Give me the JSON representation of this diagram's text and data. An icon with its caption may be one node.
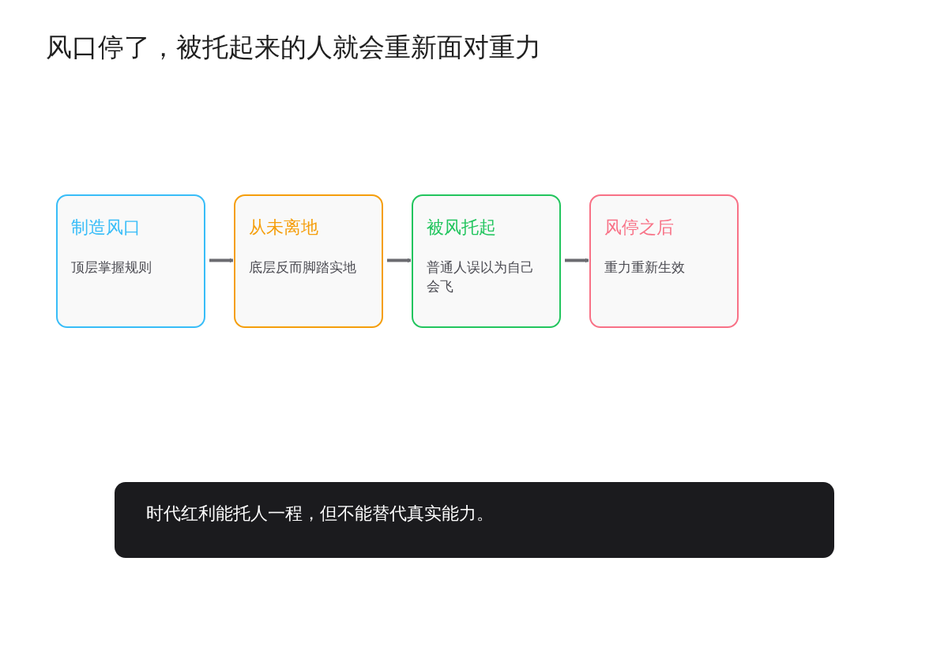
{
  "diagram": {
    "title": "风口停了，被托起来的人就会重新面对重力",
    "nodes": [
      {
        "text": [
          "制造风口",
          "顶层掌握规则"
        ]
      },
      {
        "text": [
          "从未离地",
          "底层反而脚踏实地"
        ]
      },
      {
        "text": [
          "被风托起",
          "普通人误以为自己会飞"
        ]
      },
      {
        "text": [
          "风停之后",
          "重力重新生效"
        ]
      },
      {
        "text": [
          "时代红利能托人一程，但不能替代真实能力。"
        ]
      }
    ],
    "edges": [
      {
        "from": 0,
        "to": 1,
        "arrow": "to"
      },
      {
        "from": 1,
        "to": 2,
        "arrow": "to"
      },
      {
        "from": 2,
        "to": 3,
        "arrow": "to"
      }
    ]
  }
}
